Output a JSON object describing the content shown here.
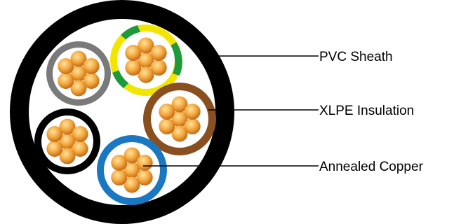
{
  "diagram": {
    "labels": {
      "sheath": "PVC Sheath",
      "insulation": "XLPE Insulation",
      "conductor": "Annealed Copper"
    },
    "colors": {
      "sheath": "#000000",
      "filler": "#ffffff",
      "core_grey": "#7a7a7a",
      "core_yellow": "#f2e600",
      "core_green": "#1f9a3a",
      "core_brown": "#8a4f1f",
      "core_black": "#000000",
      "core_blue": "#1a78c2",
      "copper_light": "#ffd27a",
      "copper_mid": "#f0a43a",
      "copper_dark": "#c9711a"
    },
    "cores": [
      {
        "name": "grey-core",
        "insulation_color": "grey"
      },
      {
        "name": "green-yellow-core",
        "insulation_color": "green-yellow"
      },
      {
        "name": "brown-core",
        "insulation_color": "brown"
      },
      {
        "name": "black-core",
        "insulation_color": "black"
      },
      {
        "name": "blue-core",
        "insulation_color": "blue"
      }
    ]
  }
}
